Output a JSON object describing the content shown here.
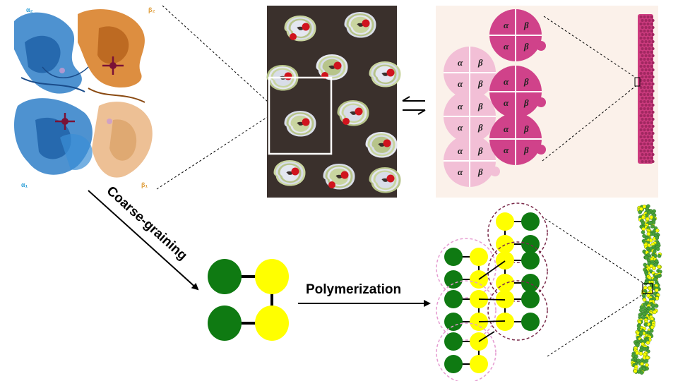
{
  "protein_labels": {
    "alpha1": "α₁",
    "alpha2": "α₂",
    "beta1": "β₁",
    "beta2": "β₂"
  },
  "subunit_letters": {
    "alpha": "α",
    "beta": "β"
  },
  "arrows": {
    "coarse_graining": "Coarse-graining",
    "polymerization": "Polymerization"
  },
  "colors": {
    "alpha_chain": "#2f7fc8",
    "beta_chain": "#d9822b",
    "heme": "#7a1236",
    "coarse_alpha": "#0f7a12",
    "coarse_beta": "#ffff00",
    "schematic_light": "#f2bfd6",
    "schematic_dark": "#d0428a",
    "panel_bg": "#fbf1ea",
    "em_bg": "#3a302c",
    "dashed_light_circle": "#e59ad0",
    "dashed_dark_circle": "#7a2a4a"
  }
}
